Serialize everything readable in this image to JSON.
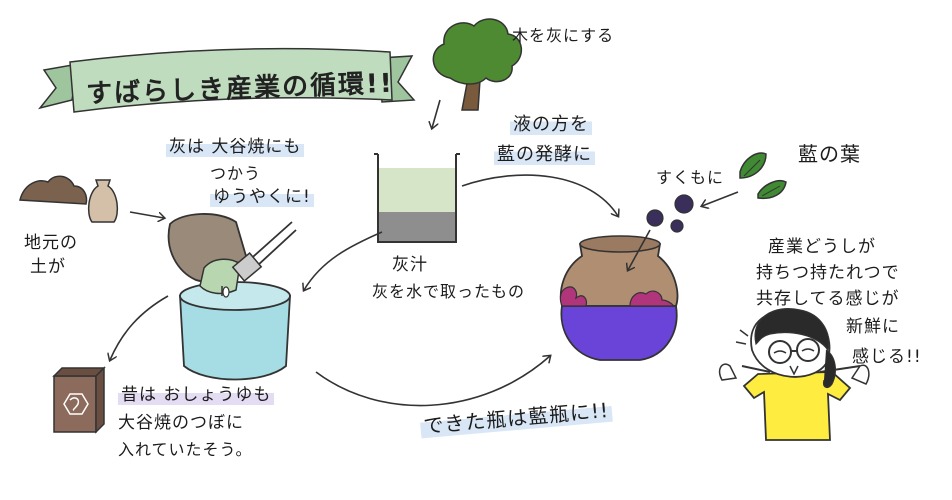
{
  "title": "すばらしき産業の循環!!",
  "labels": {
    "make_ash": "木を灰にする",
    "liquid_line1": "液の方を",
    "liquid_line2": "藍の発酵に",
    "indigo_leaves": "藍の葉",
    "sukumo": "すくもに",
    "ash_line1": "灰は 大谷焼にも",
    "ash_line2": "つかう",
    "ash_line3": "ゆうやくに!",
    "local_line1": "地元の",
    "local_line2": "土が",
    "lye_line1": "灰汁",
    "lye_line2": "灰を水で取ったもの",
    "soy_line1": "昔は おしょうゆも",
    "soy_line2": "大谷焼のつぼに",
    "soy_line3": "入れていたそう。",
    "pot_result": "できた瓶は藍瓶に!!",
    "comment_line1": "産業どうしが",
    "comment_line2": "持ちつ持たれつで",
    "comment_line3": "共存してる感じが",
    "comment_line4": "新鮮に",
    "comment_line5": "感じる!!"
  },
  "colors": {
    "banner": "#bfdcbf",
    "tree_green": "#4e8a32",
    "trunk": "#7a5a3c",
    "liquid": "#d6e4c8",
    "sediment": "#8e8e8e",
    "water": "#a6dce3",
    "clay": "#b08e72",
    "indigo": "#6a44d8",
    "magenta": "#b0357a",
    "shirt": "#ffec40",
    "soy_box": "#8c6a5c"
  }
}
